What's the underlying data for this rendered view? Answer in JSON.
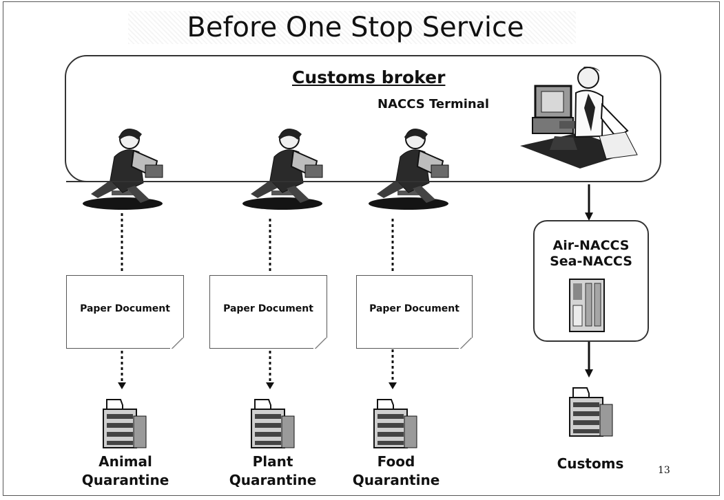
{
  "title": "Before One Stop Service",
  "broker": {
    "label": "Customs broker",
    "terminal_label": "NACCS Terminal"
  },
  "papers": [
    {
      "text": "Paper Document"
    },
    {
      "text": "Paper Document"
    },
    {
      "text": "Paper Document"
    }
  ],
  "naccs": {
    "line1": "Air-NACCS",
    "line2": "Sea-NACCS"
  },
  "destinations": [
    {
      "line1": "Animal",
      "line2": "Quarantine"
    },
    {
      "line1": "Plant",
      "line2": "Quarantine"
    },
    {
      "line1": "Food",
      "line2": "Quarantine"
    },
    {
      "line1": "Customs",
      "line2": ""
    }
  ],
  "page_number": "13"
}
